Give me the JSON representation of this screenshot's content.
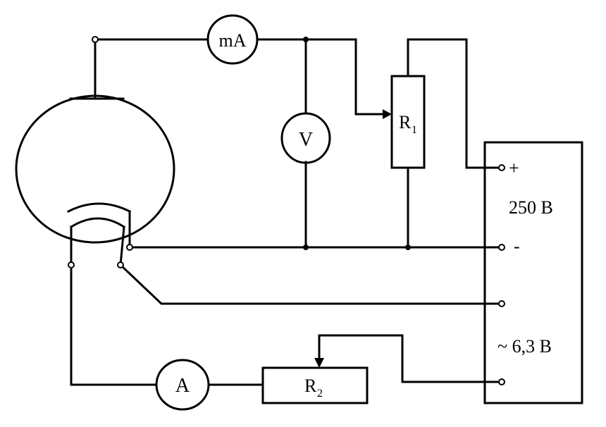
{
  "meters": {
    "milliammeter": "mA",
    "voltmeter": "V",
    "ammeter": "A"
  },
  "resistors": {
    "r1": {
      "main": "R",
      "sub": "1"
    },
    "r2": {
      "main": "R",
      "sub": "2"
    }
  },
  "supply": {
    "plus_sign": "+",
    "minus_sign": "-",
    "dc_voltage": "250 В",
    "ac_voltage": "~ 6,3 В"
  }
}
